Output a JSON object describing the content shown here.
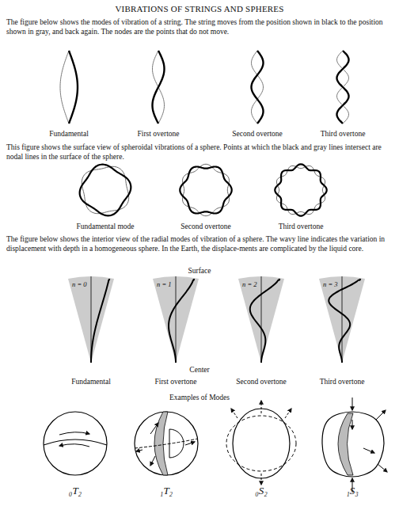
{
  "diagram": {
    "title": "VIBRATIONS OF STRINGS AND SPHERES",
    "labels": [
      "The figure below shows the modes of vibration of a string. The string moves from the position shown in black to the position shown in gray, and back again. The nodes are the points that do not move.",
      "Fundamental",
      "First overtone",
      "Second overtone",
      "Third overtone",
      "This figure shows the surface view of spheroidal vibrations of a sphere. Points at which the black and gray lines intersect are nodal lines in the surface of the sphere.",
      "Fundamental mode",
      "Second overtone",
      "Third overtone",
      "The figure below shows the interior view of the radial modes of vibration of a sphere. The wavy line indicates the variation in displacement with depth in a homogeneous sphere. In the Earth, the displace-ments are complicated by the liquid core.",
      "Surface",
      "n = 0",
      "n = 1",
      "n = 2",
      "n = 3",
      "Center",
      "Fundamental",
      "First overtone",
      "Second overtone",
      "Third overtone",
      "Examples of Modes",
      "₀T₂",
      "₁T₂",
      "₀S₂",
      "₁S₃"
    ]
  }
}
